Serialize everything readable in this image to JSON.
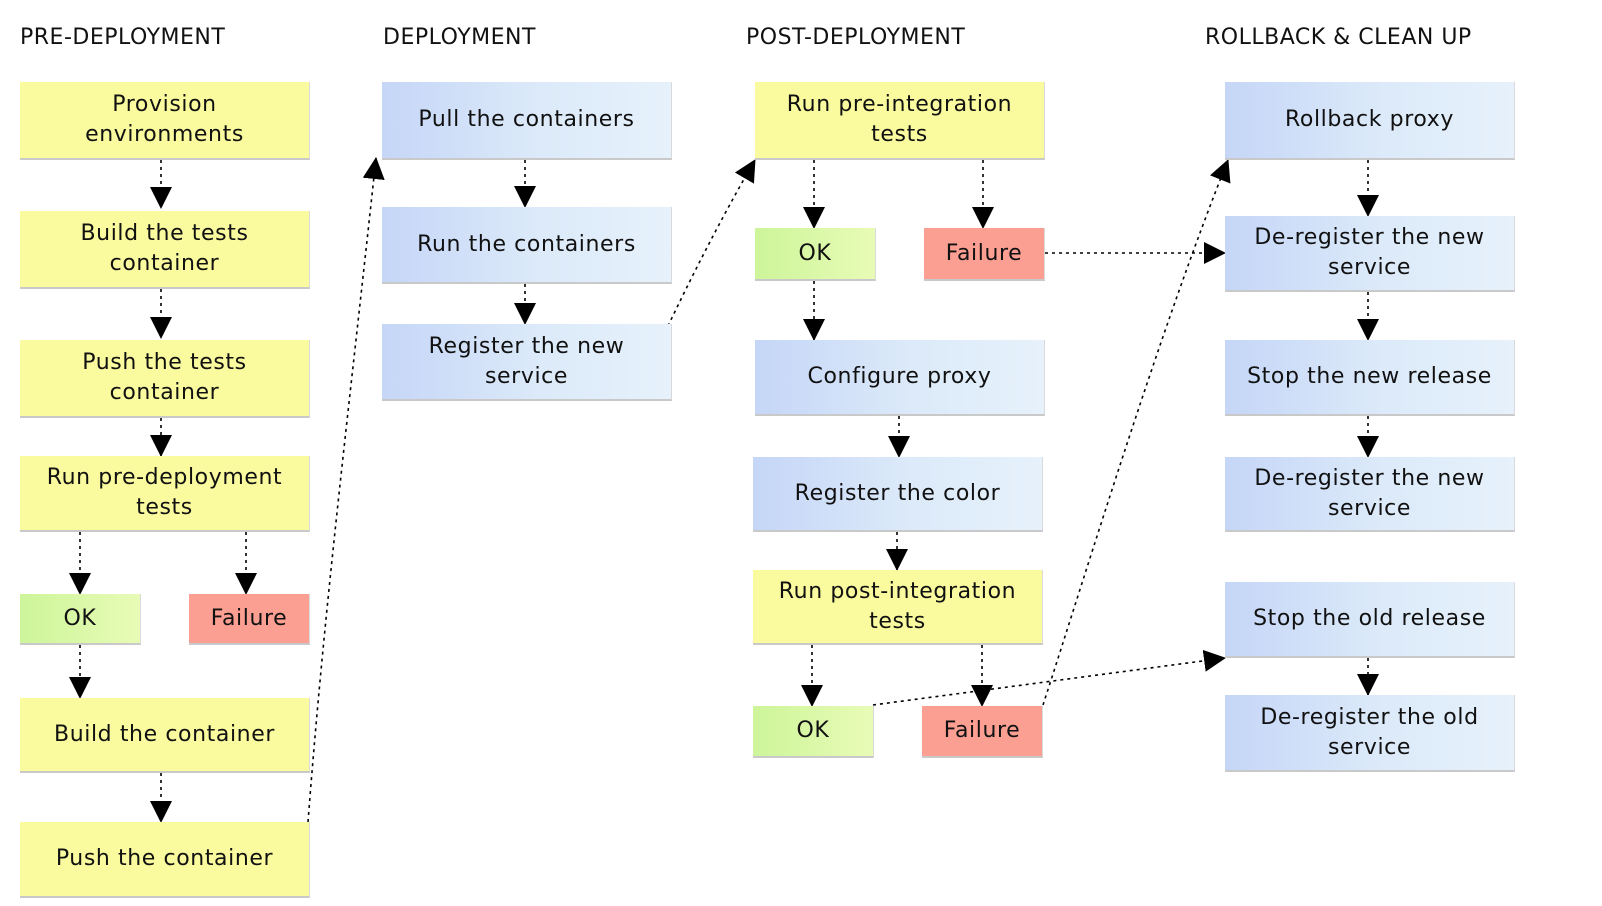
{
  "columns": {
    "pre": "PRE-DEPLOYMENT",
    "deploy": "DEPLOYMENT",
    "post": "POST-DEPLOYMENT",
    "rollback": "ROLLBACK & CLEAN UP"
  },
  "pre": {
    "provision": "Provision\nenvironments",
    "build_tests": "Build the tests\ncontainer",
    "push_tests": "Push the tests\ncontainer",
    "run_pre_deploy": "Run pre-deployment\ntests",
    "ok": "OK",
    "failure": "Failure",
    "build_container": "Build the container",
    "push_container": "Push the container"
  },
  "deploy": {
    "pull": "Pull the containers",
    "run": "Run the containers",
    "register": "Register the new\nservice"
  },
  "post": {
    "run_pre_integration": "Run pre-integration\ntests",
    "ok1": "OK",
    "failure1": "Failure",
    "configure_proxy": "Configure proxy",
    "register_color": "Register the color",
    "run_post_integration": "Run post-integration\ntests",
    "ok2": "OK",
    "failure2": "Failure"
  },
  "rollback": {
    "rollback_proxy": "Rollback proxy",
    "deregister_new_1": "De-register the new\nservice",
    "stop_new": "Stop the new release",
    "deregister_new_2": "De-register the new\nservice",
    "stop_old": "Stop the old release",
    "deregister_old": "De-register the old\nservice"
  },
  "colors": {
    "yellow": "#fafa9e",
    "blue": "#c5d6f7",
    "green": "#cdf59a",
    "red": "#fb9f92"
  }
}
